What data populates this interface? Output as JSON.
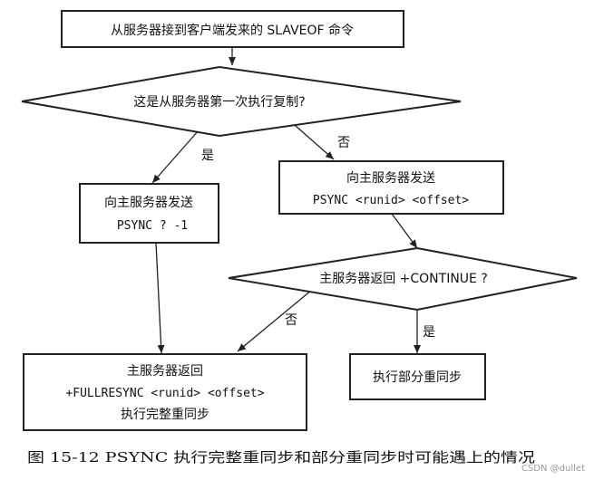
{
  "nodes": {
    "start": {
      "line1": "从服务器接到客户端发来的 SLAVEOF 命令"
    },
    "first_time": {
      "line1": "这是从服务器第一次执行复制?"
    },
    "send_psync_full": {
      "line1": "向主服务器发送",
      "line2": "PSYNC ? -1"
    },
    "send_psync_partial": {
      "line1": "向主服务器发送",
      "line2": "PSYNC <runid> <offset>"
    },
    "continue_check": {
      "line1": "主服务器返回 +CONTINUE ?"
    },
    "full_resync": {
      "line1": "主服务器返回",
      "line2": "+FULLRESYNC <runid> <offset>",
      "line3": "执行完整重同步"
    },
    "partial_resync": {
      "line1": "执行部分重同步"
    }
  },
  "edges": {
    "first_yes": "是",
    "first_no": "否",
    "continue_yes": "是",
    "continue_no": "否"
  },
  "caption": "图 15-12 PSYNC 执行完整重同步和部分重同步时可能遇上的情况",
  "watermark": "CSDN @dullet"
}
